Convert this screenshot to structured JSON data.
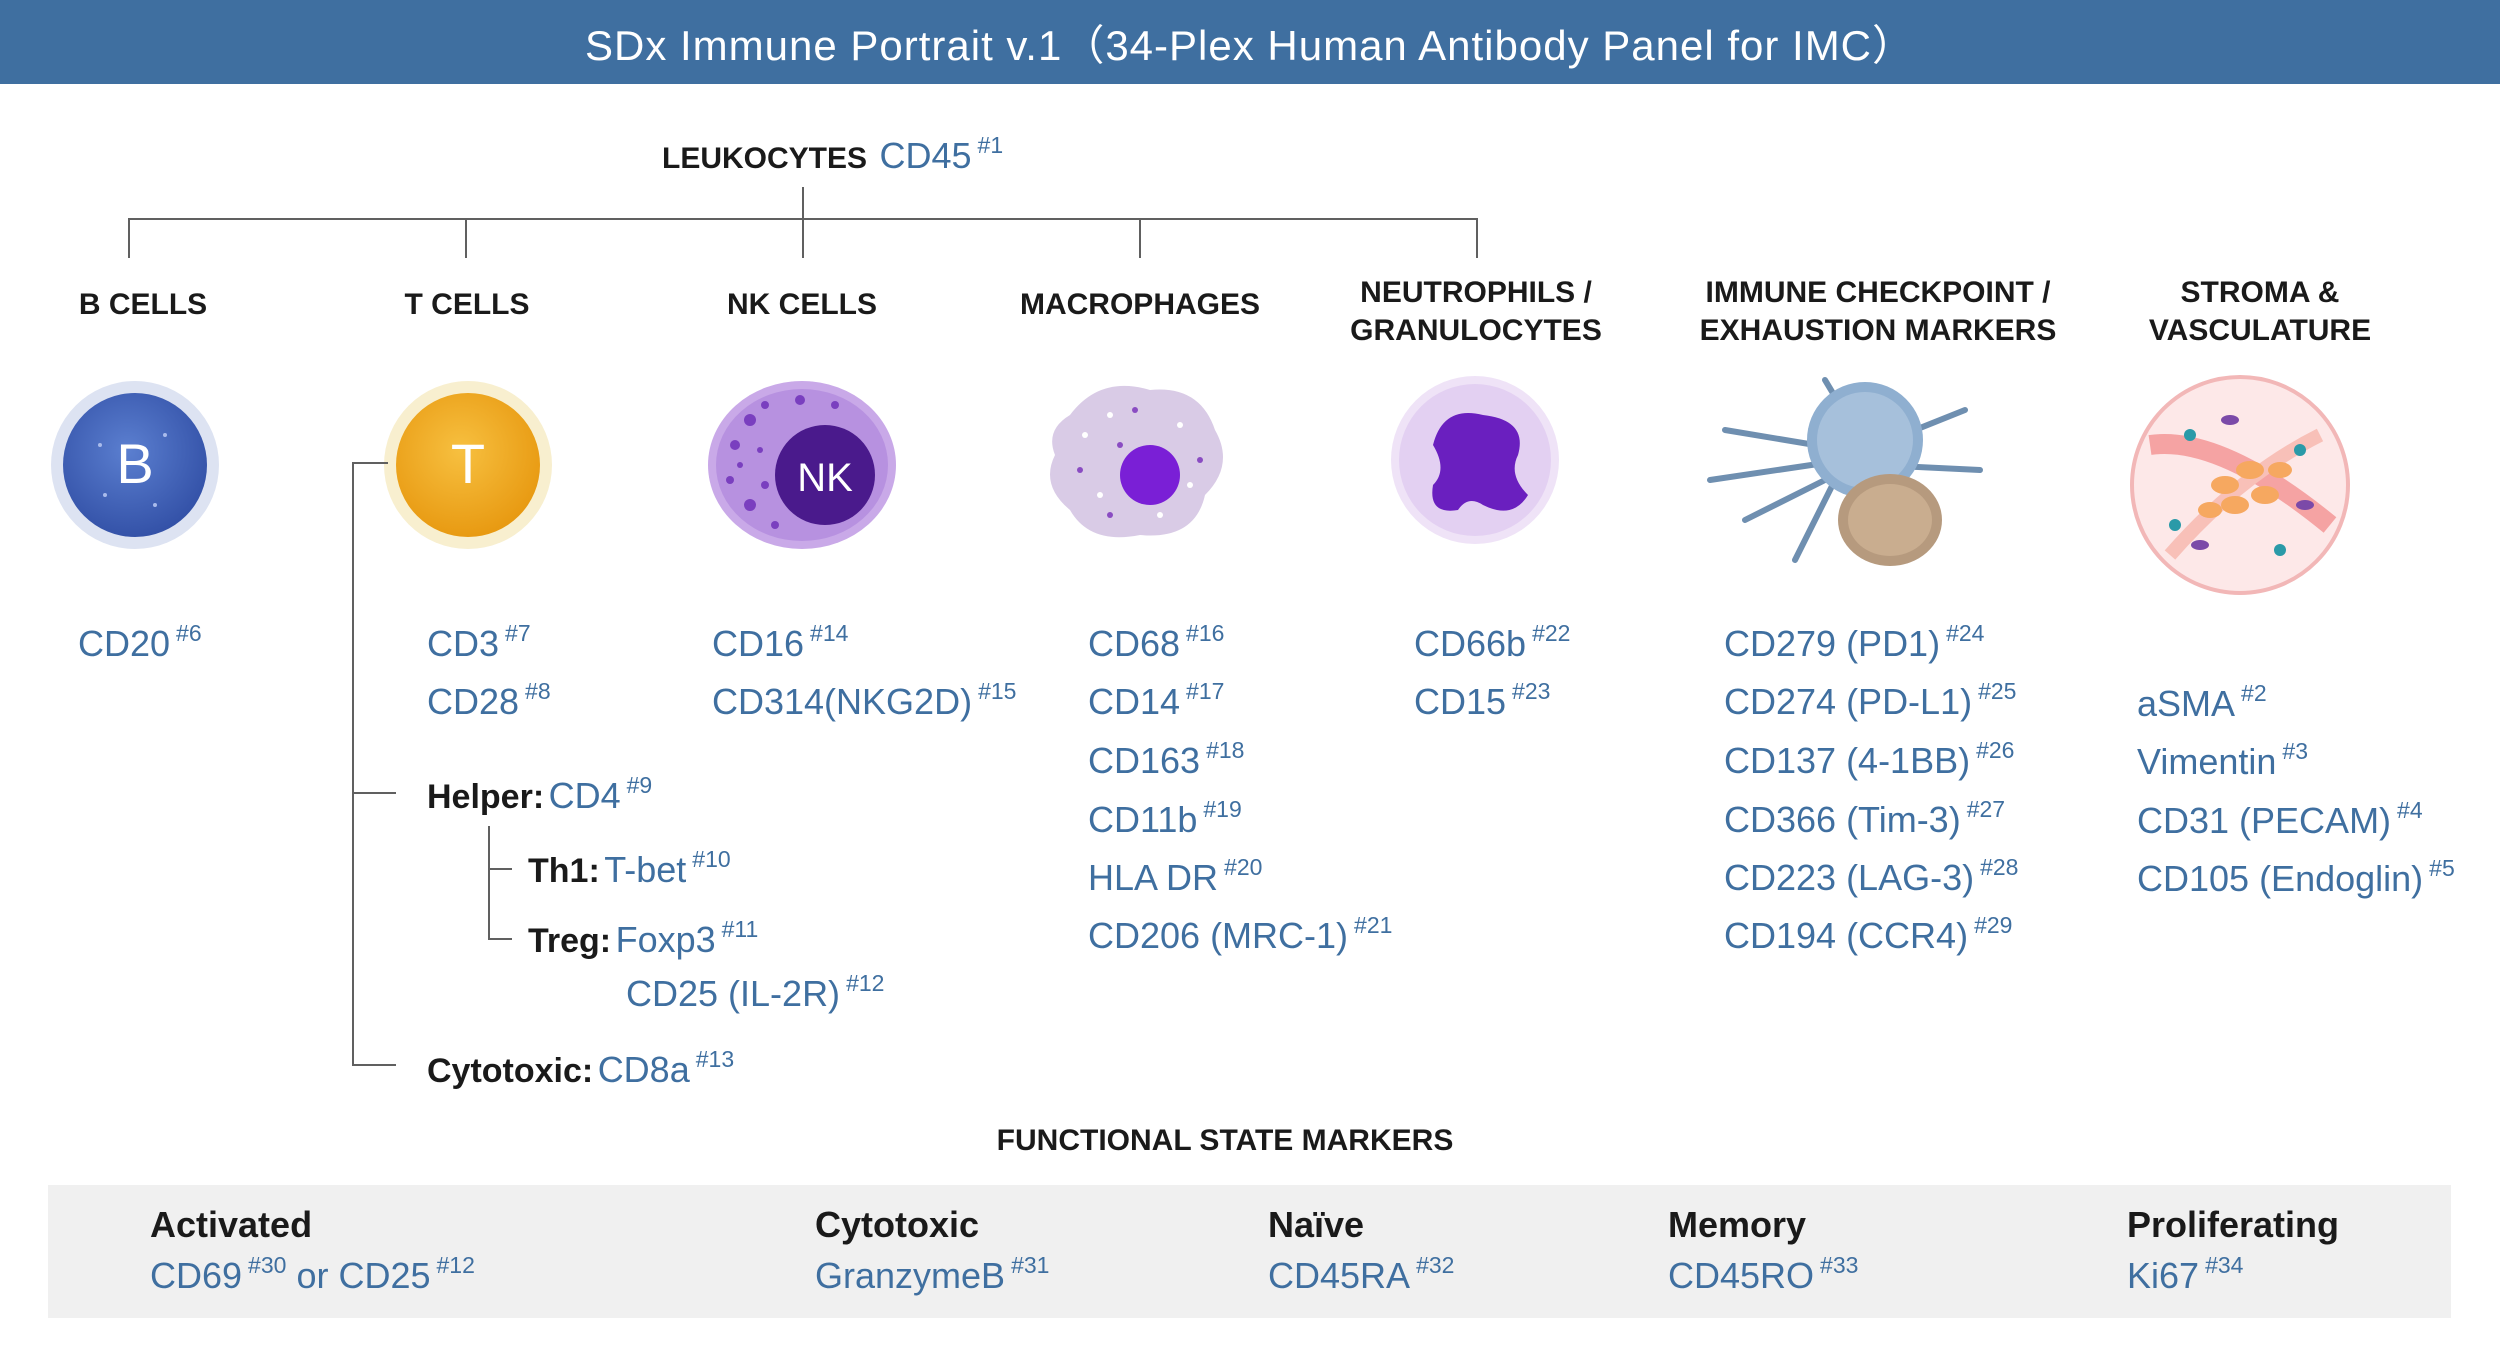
{
  "title": "SDx Immune Portrait v.1（34-Plex Human Antibody Panel for IMC）",
  "root": {
    "label": "LEUKOCYTES",
    "marker": "CD45",
    "ref": "#1"
  },
  "columns": {
    "b_cells": {
      "heading": "B CELLS",
      "icon_letter": "B",
      "markers": [
        {
          "name": "CD20",
          "ref": "#6"
        }
      ]
    },
    "t_cells": {
      "heading": "T CELLS",
      "icon_letter": "T",
      "markers": [
        {
          "name": "CD3",
          "ref": "#7"
        },
        {
          "name": "CD28",
          "ref": "#8"
        }
      ],
      "helper": {
        "label": "Helper:",
        "marker": "CD4",
        "ref": "#9"
      },
      "th1": {
        "label": "Th1:",
        "marker": "T-bet",
        "ref": "#10"
      },
      "treg": {
        "label": "Treg:",
        "marker": "Foxp3",
        "ref": "#11",
        "marker2": "CD25 (IL-2R)",
        "ref2": "#12"
      },
      "cytotoxic": {
        "label": "Cytotoxic:",
        "marker": "CD8a",
        "ref": "#13"
      }
    },
    "nk_cells": {
      "heading": "NK CELLS",
      "icon_letter": "NK",
      "markers": [
        {
          "name": "CD16",
          "ref": "#14"
        },
        {
          "name": "CD314(NKG2D)",
          "ref": "#15"
        }
      ]
    },
    "macrophages": {
      "heading": "MACROPHAGES",
      "markers": [
        {
          "name": "CD68",
          "ref": "#16"
        },
        {
          "name": "CD14",
          "ref": "#17"
        },
        {
          "name": "CD163",
          "ref": "#18"
        },
        {
          "name": "CD11b",
          "ref": "#19"
        },
        {
          "name": "HLA DR",
          "ref": "#20"
        },
        {
          "name": "CD206 (MRC-1)",
          "ref": "#21"
        }
      ]
    },
    "neutrophils": {
      "heading_line1": "NEUTROPHILS /",
      "heading_line2": "GRANULOCYTES",
      "markers": [
        {
          "name": "CD66b",
          "ref": "#22"
        },
        {
          "name": "CD15",
          "ref": "#23"
        }
      ]
    },
    "checkpoint": {
      "heading_line1": "IMMUNE CHECKPOINT /",
      "heading_line2": "EXHAUSTION MARKERS",
      "markers": [
        {
          "name": "CD279 (PD1)",
          "ref": "#24"
        },
        {
          "name": "CD274 (PD-L1)",
          "ref": "#25"
        },
        {
          "name": "CD137 (4-1BB)",
          "ref": "#26"
        },
        {
          "name": "CD366 (Tim-3)",
          "ref": "#27"
        },
        {
          "name": "CD223 (LAG-3)",
          "ref": "#28"
        },
        {
          "name": "CD194 (CCR4)",
          "ref": "#29"
        }
      ]
    },
    "stroma": {
      "heading_line1": "STROMA &",
      "heading_line2": "VASCULATURE",
      "markers": [
        {
          "name": "aSMA",
          "ref": "#2"
        },
        {
          "name": "Vimentin",
          "ref": "#3"
        },
        {
          "name": "CD31 (PECAM)",
          "ref": "#4"
        },
        {
          "name": "CD105 (Endoglin)",
          "ref": "#5"
        }
      ]
    }
  },
  "functional": {
    "heading": "FUNCTIONAL STATE MARKERS",
    "activated": {
      "title": "Activated",
      "marker": "CD69",
      "ref": "#30",
      "connector": "or",
      "marker2": "CD25",
      "ref2": "#12"
    },
    "cytotoxic": {
      "title": "Cytotoxic",
      "marker": "GranzymeB",
      "ref": "#31"
    },
    "naive": {
      "title": "Naïve",
      "marker": "CD45RA",
      "ref": "#32"
    },
    "memory": {
      "title": "Memory",
      "marker": "CD45RO",
      "ref": "#33"
    },
    "proliferating": {
      "title": "Proliferating",
      "marker": "Ki67",
      "ref": "#34"
    }
  },
  "colors": {
    "banner": "#3f6fa0",
    "marker_text": "#3f6fa0",
    "connector": "#606060",
    "panel_bg": "#f0f0f0"
  }
}
